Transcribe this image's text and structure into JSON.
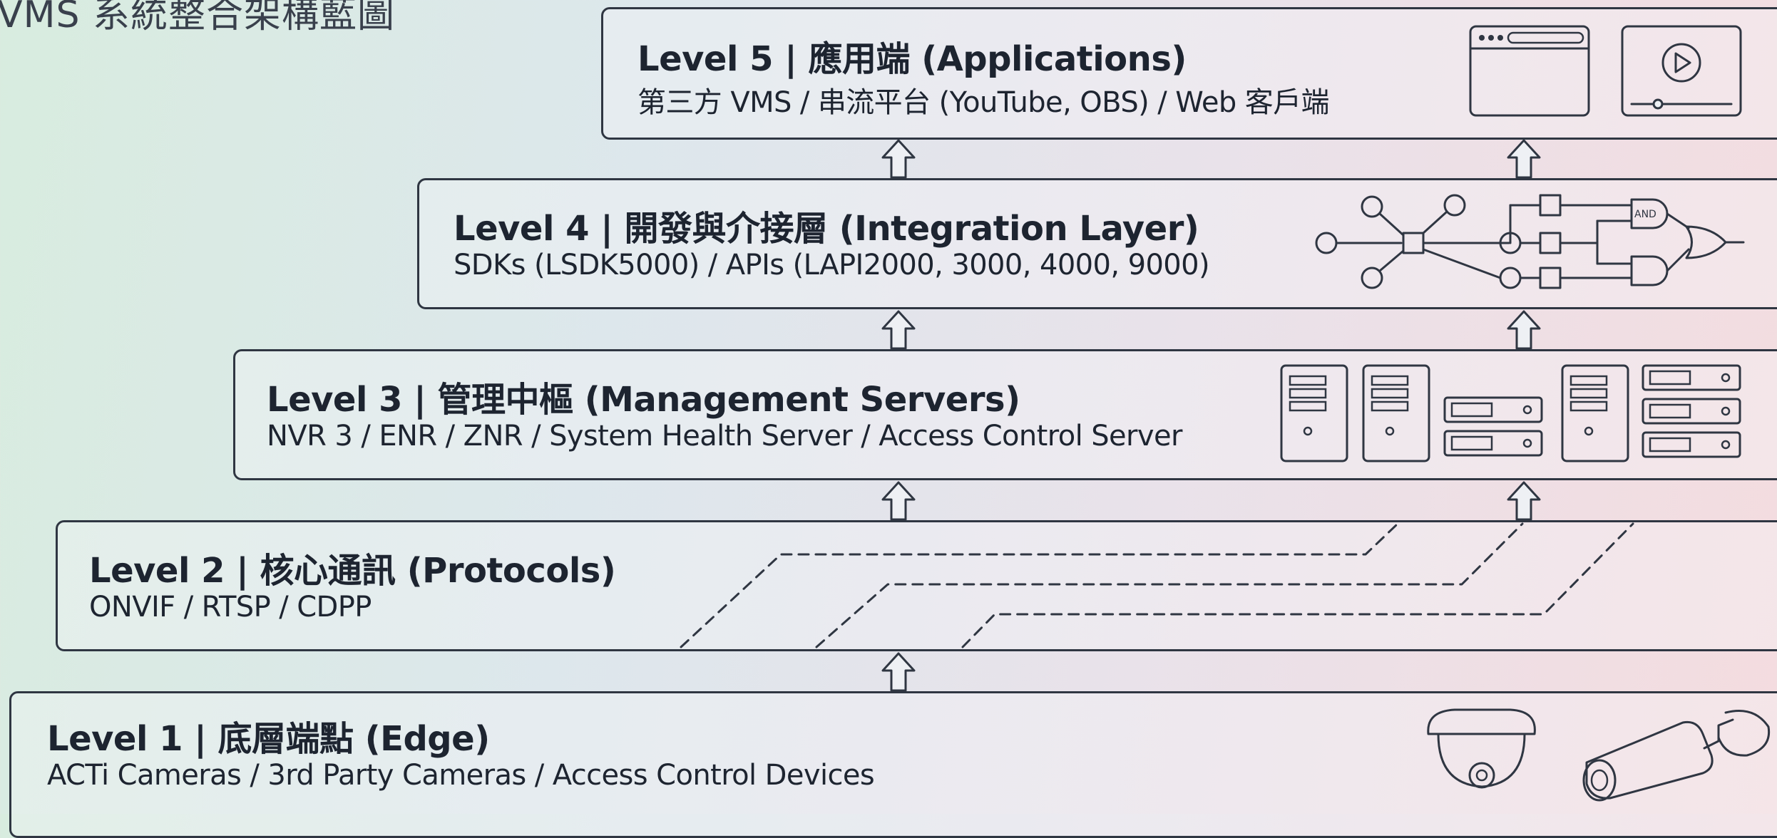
{
  "page_title": "VMS 系統整合架構藍圖",
  "levels": [
    {
      "title": "Level 5 | 應用端 (Applications)",
      "subtitle": "第三方 VMS / 串流平台 (YouTube, OBS) / Web 客戶端",
      "icons": [
        "browser-window-icon",
        "video-player-icon"
      ]
    },
    {
      "title": "Level 4 | 開發與介接層 (Integration Layer)",
      "subtitle": "SDKs (LSDK5000) / APIs (LAPI2000, 3000, 4000, 9000)",
      "icons": [
        "node-graph-icon",
        "logic-gates-icon"
      ],
      "gate_labels": [
        "AND"
      ]
    },
    {
      "title": "Level 3 | 管理中樞 (Management Servers)",
      "subtitle": "NVR 3 / ENR / ZNR / System Health Server / Access Control Server",
      "icons": [
        "tower-server-icon",
        "rack-server-icon"
      ]
    },
    {
      "title": "Level 2 | 核心通訊 (Protocols)",
      "subtitle": "ONVIF / RTSP / CDPP",
      "icons": [
        "dashed-protocol-lines"
      ]
    },
    {
      "title": "Level 1 | 底層端點 (Edge)",
      "subtitle": "ACTi Cameras / 3rd Party Cameras / Access Control Devices",
      "icons": [
        "dome-camera-icon",
        "bullet-camera-icon"
      ]
    }
  ],
  "colors": {
    "stroke": "#2f3642",
    "text": "#1d2430",
    "background_left": "#d8ecdf",
    "background_right": "#f4dcdf"
  }
}
